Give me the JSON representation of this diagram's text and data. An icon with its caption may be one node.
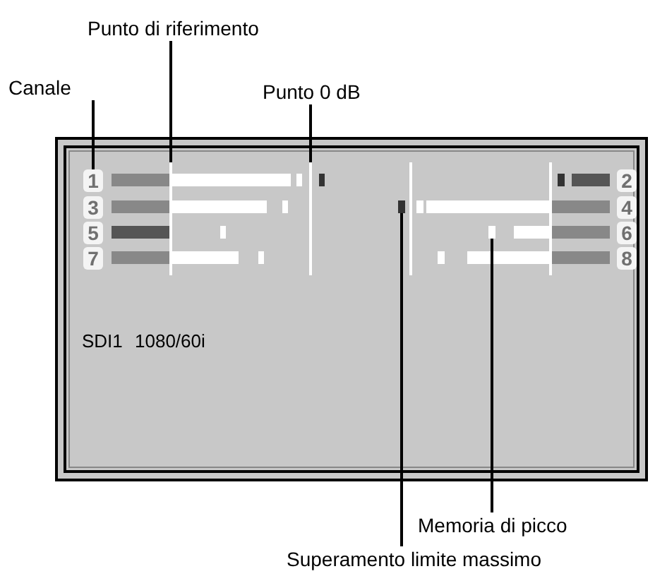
{
  "diagram": {
    "nodes": [
      {
        "text": [
          "Canale"
        ]
      },
      {
        "text": [
          "Punto di riferimento"
        ]
      },
      {
        "text": [
          "Punto 0 dB"
        ]
      },
      {
        "text": [
          "Memoria di picco"
        ]
      },
      {
        "text": [
          "Superamento limite massimo"
        ]
      },
      {
        "text": [
          "1"
        ]
      },
      {
        "text": [],
        "shape": "bar"
      },
      {
        "text": [],
        "shape": "bar"
      },
      {
        "text": [],
        "shape": "bar"
      },
      {
        "text": [],
        "shape": "bar"
      },
      {
        "text": [
          "2"
        ]
      },
      {
        "text": [
          "3"
        ]
      },
      {
        "text": [
          "4"
        ]
      },
      {
        "text": [
          "5"
        ]
      },
      {
        "text": [
          "6"
        ]
      },
      {
        "text": [
          "7"
        ]
      },
      {
        "text": [
          "8"
        ]
      }
    ],
    "edges": [
      {
        "from": 0,
        "to": 5,
        "arrow": "none"
      },
      {
        "from": 1,
        "to": 6,
        "arrow": "none"
      },
      {
        "from": 2,
        "to": 7,
        "arrow": "none"
      },
      {
        "from": 3,
        "to": 8,
        "arrow": "none"
      },
      {
        "from": 4,
        "to": 9,
        "arrow": "none"
      }
    ],
    "labels": [
      "SDI1 1080/60i"
    ]
  }
}
